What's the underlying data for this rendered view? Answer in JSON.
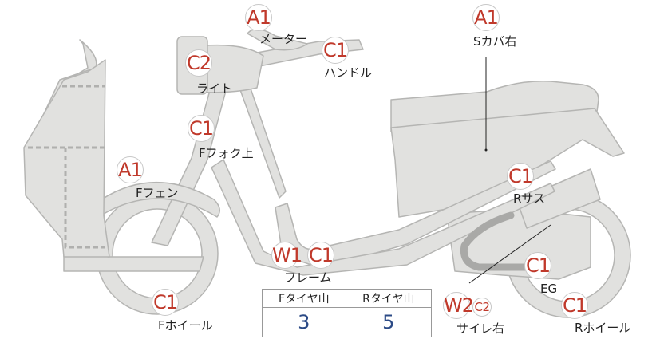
{
  "colors": {
    "body_fill": "#e1e1df",
    "body_stroke": "#b5b5b3",
    "badge_text": "#c0392b",
    "value_text": "#2b4a86",
    "muffler_pipe": "#a9a9a7"
  },
  "parts": [
    {
      "id": "meter",
      "grade": "A1",
      "label": "メーター"
    },
    {
      "id": "s-cover-right",
      "grade": "A1",
      "label": "Sカバ右"
    },
    {
      "id": "handle",
      "grade": "C1",
      "label": "ハンドル"
    },
    {
      "id": "light",
      "grade": "C2",
      "label": "ライト"
    },
    {
      "id": "f-fork-upper",
      "grade": "C1",
      "label": "Fフォク上"
    },
    {
      "id": "f-fender",
      "grade": "A1",
      "label": "Fフェン"
    },
    {
      "id": "r-suspension",
      "grade": "C1",
      "label": "Rサス"
    },
    {
      "id": "frame",
      "grade": "W1",
      "grade2": "C1",
      "label": "フレーム"
    },
    {
      "id": "engine",
      "grade": "C1",
      "label": "EG"
    },
    {
      "id": "f-wheel",
      "grade": "C1",
      "label": "Fホイール"
    },
    {
      "id": "muffler-right",
      "grade": "W2",
      "grade2": "C2",
      "label": "サイレ右"
    },
    {
      "id": "r-wheel",
      "grade": "C1",
      "label": "Rホイール"
    }
  ],
  "tire_table": {
    "headers": [
      "Fタイヤ山",
      "Rタイヤ山"
    ],
    "values": [
      "3",
      "5"
    ]
  }
}
